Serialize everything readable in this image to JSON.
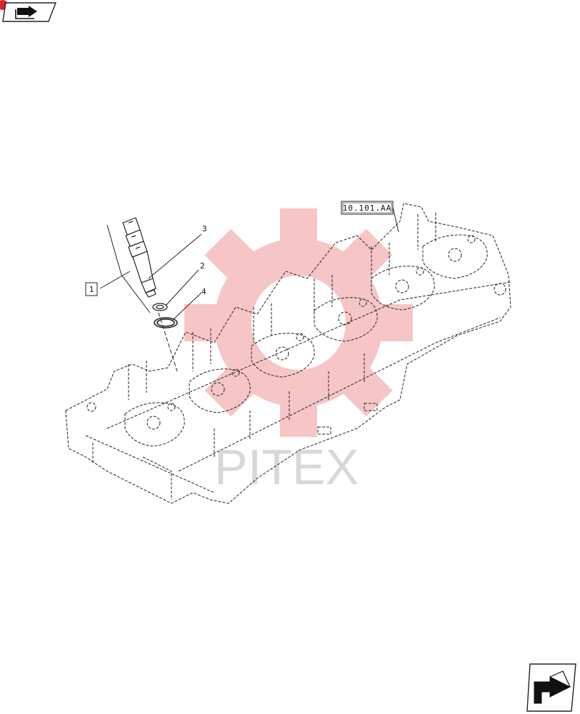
{
  "diagram": {
    "callouts": {
      "item1": "1",
      "item2": "2",
      "item3": "3",
      "item4": "4"
    },
    "reference": "10.101.AA",
    "watermark": "PITEX"
  },
  "colors": {
    "line": "#222222",
    "watermark_red": "#f4b3b3",
    "watermark_gray": "#cfcfcf",
    "badge_red": "#e0202c"
  },
  "icons": {
    "top_left": "book-arrow-icon",
    "bottom_right": "next-page-arrow-icon"
  }
}
